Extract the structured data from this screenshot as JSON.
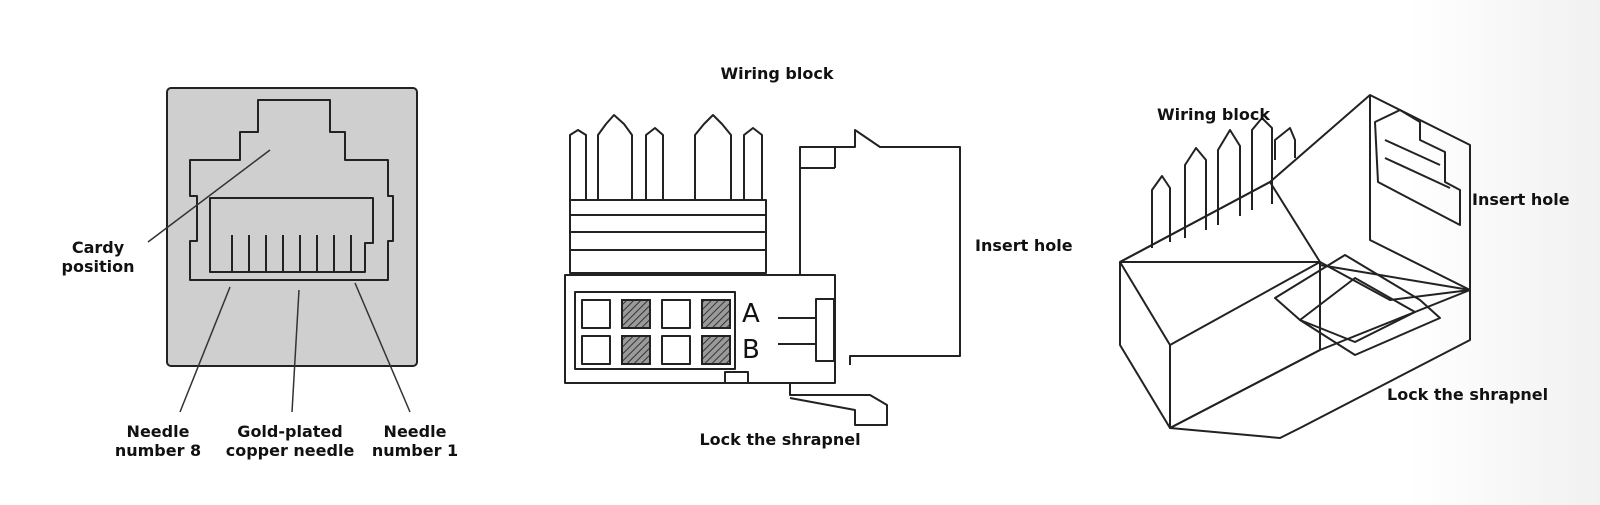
{
  "front_view": {
    "cardy_position": "Cardy\nposition",
    "needle_8": "Needle\nnumber 8",
    "gold_needle": "Gold-plated\ncopper needle",
    "needle_1": "Needle\nnumber 1"
  },
  "side_view": {
    "wiring_block": "Wiring block",
    "insert_hole": "Insert hole",
    "lock_shrapnel": "Lock the shrapnel",
    "row_a": "A",
    "row_b": "B"
  },
  "iso_view": {
    "wiring_block": "Wiring block",
    "insert_hole": "Insert hole",
    "lock_shrapnel": "Lock the shrapnel"
  }
}
